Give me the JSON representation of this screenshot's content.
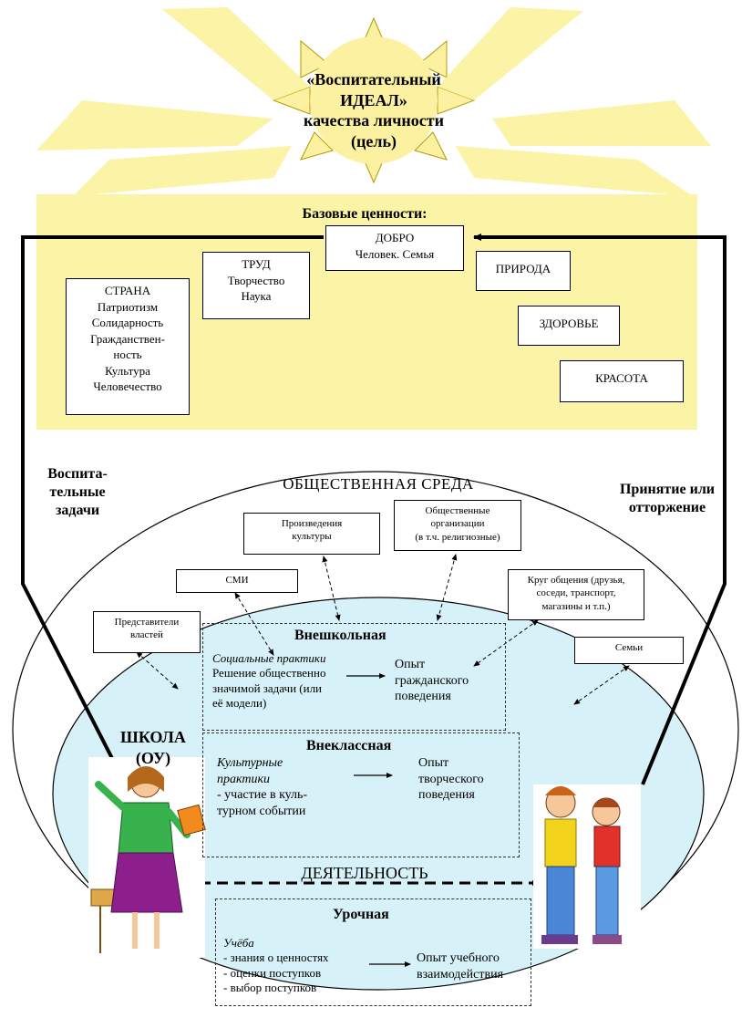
{
  "sun": {
    "line1": "«Воспитательный",
    "line2": "ИДЕАЛ»",
    "line3": "качества личности",
    "line4": "(цель)"
  },
  "values": {
    "title": "Базовые ценности:",
    "good": {
      "line1": "ДОБРО",
      "line2": "Человек. Семья"
    },
    "labor": {
      "line1": "ТРУД",
      "line2": "Творчество",
      "line3": "Наука"
    },
    "country": {
      "line1": "СТРАНА",
      "line2": "Патриотизм",
      "line3": "Солидарность",
      "line4": "Гражданствен-",
      "line5": "ность",
      "line6": "Культура",
      "line7": "Человечество"
    },
    "nature": "ПРИРОДА",
    "health": "ЗДОРОВЬЕ",
    "beauty": "КРАСОТА"
  },
  "side": {
    "left1": "Воспита-",
    "left2": "тельные",
    "left3": "задачи",
    "right1": "Принятие или",
    "right2": "отторжение"
  },
  "society": {
    "title": "ОБЩЕСТВЕННАЯ СРЕДА",
    "culture": {
      "line1": "Произведения",
      "line2": "культуры"
    },
    "orgs": {
      "line1": "Общественные",
      "line2": "организации",
      "line3": "(в т.ч. религиозные)"
    },
    "media": "СМИ",
    "circle": {
      "line1": "Круг общения (друзья,",
      "line2": "соседи, транспорт,",
      "line3": "магазины и т.п.)"
    },
    "authorities": {
      "line1": "Представители",
      "line2": "властей"
    },
    "family": "Семьи"
  },
  "zones": {
    "outschool": {
      "title": "Внешкольная",
      "practice": "Социальные практики",
      "l1": "Решение общественно",
      "l2": "значимой задачи (или",
      "l3": "её модели)",
      "r1": "Опыт",
      "r2": "гражданского",
      "r3": "поведения"
    },
    "outclass": {
      "title": "Внеклассная",
      "practice1": "Культурные",
      "practice2": "практики",
      "l1": "- участие в куль-",
      "l2": "турном событии",
      "r1": "Опыт",
      "r2": "творческого",
      "r3": "поведения"
    },
    "lessons": {
      "title": "Урочная",
      "practice": "Учёба",
      "l1": "- знания о ценностях",
      "l2": "- оценки поступков",
      "l3": "- выбор поступков",
      "r1": "Опыт учебного",
      "r2": "взаимодействия"
    }
  },
  "school": {
    "line1": "ШКОЛА",
    "line2": "(ОУ)"
  },
  "activity": "ДЕЯТЕЛЬНОСТЬ",
  "colors": {
    "sun_yellow": "#fbf1a0",
    "values_panel": "#fbf3a6",
    "activity_fill": "#d6f1f7"
  }
}
